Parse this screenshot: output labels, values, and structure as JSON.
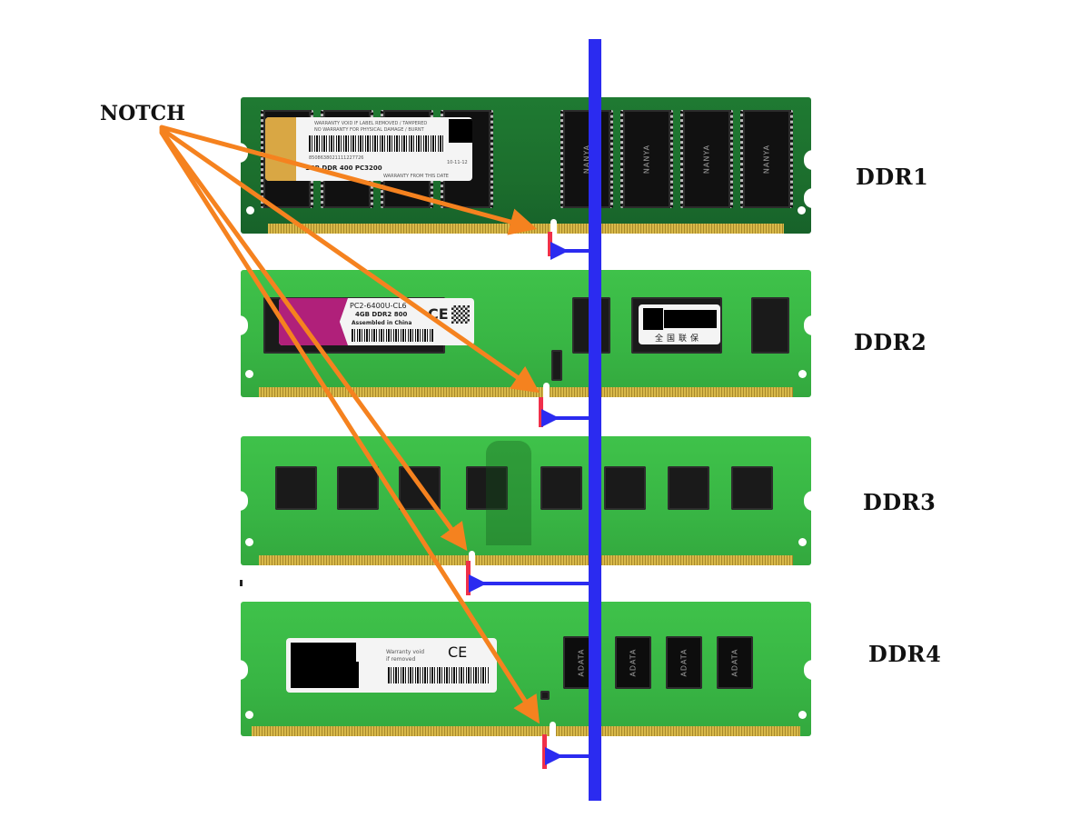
{
  "diagram": {
    "title_label": "NOTCH",
    "modules": [
      {
        "id": "ddr1",
        "name": "DDR1",
        "sticker": {
          "line1": "WARRANTY VOID IF LABEL REMOVED / TAMPERED",
          "line2": "NO WARRANTY FOR PHYSICAL DAMAGE / BURNT",
          "serial": "8508638021111227726",
          "spec": "1GB DDR 400 PC3200",
          "footer": "WARRANTY FROM THIS DATE",
          "date": "10-11-12"
        },
        "chip_brand": "NANYA"
      },
      {
        "id": "ddr2",
        "name": "DDR2",
        "sticker": {
          "line1": "PC2-6400U-CL6",
          "line2": "4GB DDR2 800",
          "line3": "Assembled in China",
          "mark": "CE"
        },
        "second_sticker": {
          "text": "全国联保"
        }
      },
      {
        "id": "ddr3",
        "name": "DDR3"
      },
      {
        "id": "ddr4",
        "name": "DDR4",
        "sticker": {
          "line1": "Warranty void",
          "line2": "if removed",
          "mark": "CE"
        },
        "chip_brand": "ADATA"
      }
    ],
    "colors": {
      "arrow_orange": "#f5821f",
      "reference_line_blue": "#2b2bf0",
      "notch_marker_red": "#f0304a",
      "pcb_dark_green": "#1f7a32",
      "pcb_light_green": "#3cba47",
      "gold_pins": "#d8b94a"
    }
  }
}
